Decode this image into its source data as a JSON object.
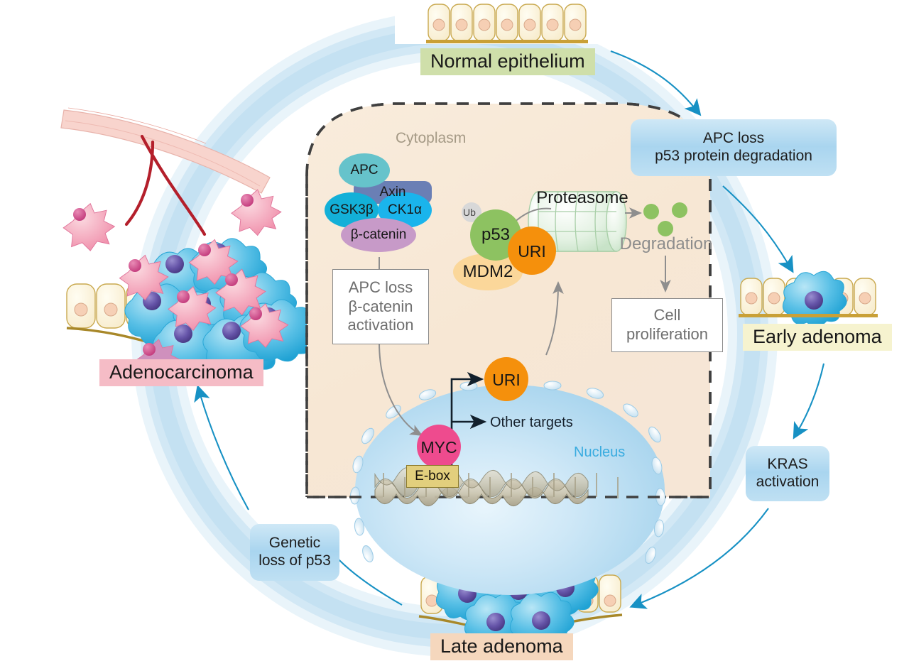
{
  "figure": {
    "title": "Colorectal cancer adenoma-carcinoma sequence with URI-MYC-p53 axis",
    "type": "pathway-cycle-diagram"
  },
  "cycle_stages": [
    {
      "id": "normal-epithelium",
      "label": "Normal epithelium",
      "band_color": "#cfdfaa"
    },
    {
      "id": "early-adenoma",
      "label": "Early adenoma",
      "band_color": "#f6f3cf"
    },
    {
      "id": "late-adenoma",
      "label": "Late adenoma",
      "band_color": "#f5d7bd"
    },
    {
      "id": "adenocarcinoma",
      "label": "Adenocarcinoma",
      "band_color": "#f5bcc6"
    }
  ],
  "transitions": [
    {
      "id": "apc-loss",
      "lines": [
        "APC loss",
        "p53 protein degradation"
      ],
      "text": "APC loss p53 protein degradation"
    },
    {
      "id": "kras-activation",
      "lines": [
        "KRAS",
        "activation"
      ],
      "text": "KRAS activation"
    },
    {
      "id": "genetic-loss-p53",
      "lines": [
        "Genetic",
        "loss of p53"
      ],
      "text": "Genetic loss of p53"
    }
  ],
  "callout_lines": {
    "apc_loss_l1": "APC loss",
    "apc_loss_l2": "p53 protein degradation",
    "kras_l1": "KRAS",
    "kras_l2": "activation",
    "p53loss_l1": "Genetic",
    "p53loss_l2": "loss of p53"
  },
  "cell_diagram": {
    "compartments": {
      "cytoplasm": "Cytoplasm",
      "nucleus": "Nucleus"
    },
    "destruction_complex": [
      {
        "name": "APC",
        "color": "#66c3cb"
      },
      {
        "name": "Axin",
        "color": "#6a7fb5"
      },
      {
        "name": "GSK3β",
        "color": "#13b0d8"
      },
      {
        "name": "CK1α",
        "color": "#1ab4ec"
      },
      {
        "name": "β-catenin",
        "color": "#c79ac8"
      }
    ],
    "degradation_complex": [
      {
        "name": "Ub",
        "color": "#d8d8d8"
      },
      {
        "name": "p53",
        "color": "#8dc261"
      },
      {
        "name": "MDM2",
        "color": "#fbd79a"
      },
      {
        "name": "URI",
        "color": "#f5900c"
      }
    ],
    "proteasome_label": "Proteasome",
    "degradation_label": "Degradation",
    "nuclear_factors": [
      {
        "name": "MYC",
        "color": "#ee4b8e"
      },
      {
        "name": "URI",
        "color": "#f5900c"
      }
    ],
    "dna_element": "E-box",
    "transcription_targets": [
      "URI",
      "Other targets"
    ],
    "other_targets_label": "Other targets",
    "boxes": [
      {
        "id": "apc-loss-bcatenin",
        "lines": [
          "APC loss",
          "β-catenin",
          "activation"
        ],
        "text": "APC loss β-catenin activation"
      },
      {
        "id": "cell-proliferation",
        "lines": [
          "Cell",
          "proliferation"
        ],
        "text": "Cell proliferation"
      }
    ],
    "box_lines": {
      "apc_l1": "APC loss",
      "apc_l2": "β-catenin",
      "apc_l3": "activation",
      "prolif_l1": "Cell",
      "prolif_l2": "proliferation"
    }
  },
  "colors": {
    "cycle_ring": "#cfe6f4",
    "arrow_teal": "#1791c4",
    "cytoplasm_fill": "#f7ead9",
    "nucleus_fill": "#bfe0f2",
    "dashed_outline": "#3f3f3f",
    "uri_orange": "#f5900c",
    "myc_pink": "#ee4b8e",
    "p53_green": "#8dc261",
    "mdm2_tan": "#fbd79a",
    "epithelium_cell": "#fbf2d8",
    "epithelium_border": "#c9a94f",
    "tumor_blue": "#45b7e0",
    "tumor_nucleus": "#5b4a9e",
    "stroma_pink": "#f4a0b4",
    "vessel_pink": "#f6c9c2",
    "vessel_red": "#b41f2b"
  }
}
